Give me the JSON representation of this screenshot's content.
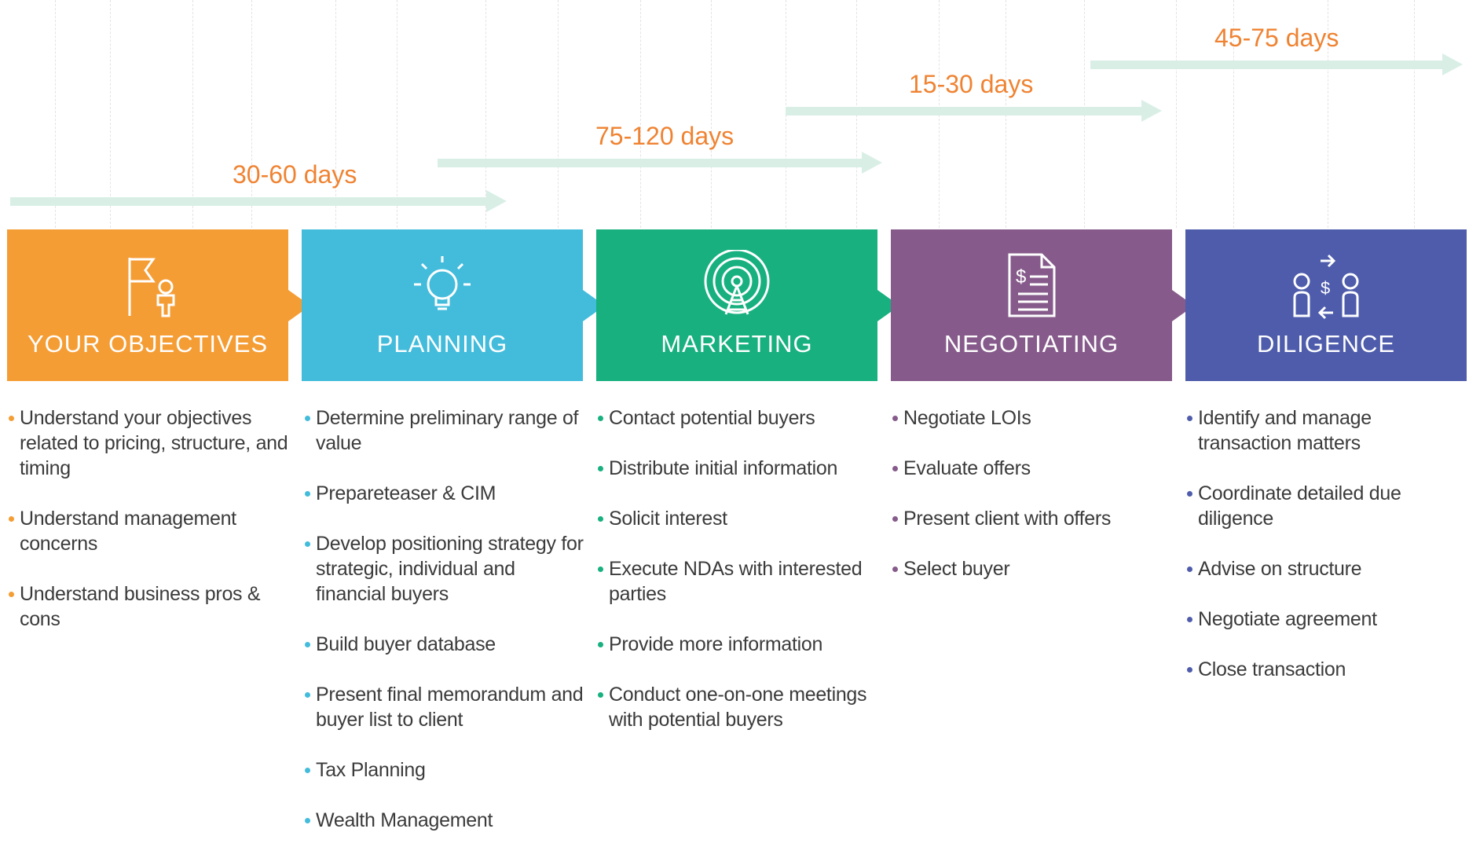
{
  "timeline": {
    "durations": [
      {
        "label": "30-60 days"
      },
      {
        "label": "75-120 days"
      },
      {
        "label": "15-30 days"
      },
      {
        "label": "45-75 days"
      }
    ]
  },
  "phases": [
    {
      "title": "YOUR OBJECTIVES",
      "color": "#f59d35",
      "icon": "flag-person-icon",
      "items": [
        "Understand your objectives related to pricing, structure, and timing",
        "Understand management concerns",
        "Understand business pros & cons"
      ]
    },
    {
      "title": "PLANNING",
      "color": "#43bcdc",
      "icon": "lightbulb-icon",
      "items": [
        "Determine preliminary range of value",
        "Prepareteaser & CIM",
        "Develop positioning strategy for strategic, individual and financial buyers",
        "Build buyer database",
        "Present final memorandum and buyer list to client",
        "Tax Planning",
        "Wealth Management"
      ]
    },
    {
      "title": "MARKETING",
      "color": "#18b07f",
      "icon": "broadcast-tower-icon",
      "items": [
        "Contact potential buyers",
        "Distribute initial information",
        "Solicit interest",
        "Execute NDAs with interested parties",
        "Provide more information",
        "Conduct one-on-one meetings with potential buyers"
      ]
    },
    {
      "title": "NEGOTIATING",
      "color": "#865b8b",
      "icon": "dollar-document-icon",
      "items": [
        "Negotiate LOIs",
        "Evaluate offers",
        "Present client with offers",
        "Select buyer"
      ]
    },
    {
      "title": "DILIGENCE",
      "color": "#4e5cab",
      "icon": "exchange-people-icon",
      "items": [
        "Identify and manage transaction matters",
        "Coordinate detailed due diligence",
        "Advise on structure",
        "Negotiate agreement",
        "Close transaction"
      ]
    }
  ]
}
